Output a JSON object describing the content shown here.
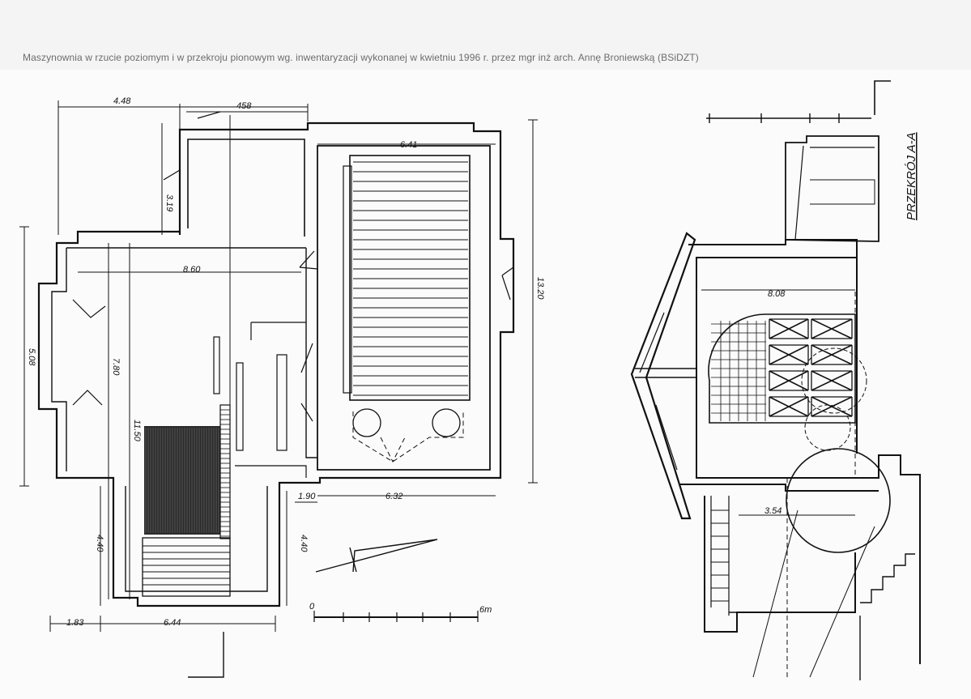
{
  "caption": "Maszynownia w rzucie poziomym i w przekroju pionowym wg. inwentaryzacji wykonanej w kwietniu 1996 r. przez mgr inż arch. Annę Broniewską (BSiDZT)",
  "plan": {
    "dimensions": {
      "top_left": "4.48",
      "top_right": "458",
      "hall_width": "6.41",
      "short_wall": "3.19",
      "inner_width": "8.60",
      "right_height": "13.20",
      "left_outer": "5.08",
      "mid_height": "7.80",
      "inner_height": "11.50",
      "lower_left": "4.40",
      "lower_mid": "4.40",
      "bottom_left": "1.83",
      "bottom_mid": "6.44",
      "door_gap": "1.90",
      "hall_bottom": "6.32"
    },
    "scale": {
      "start": "0",
      "end": "6m"
    }
  },
  "section": {
    "title": "PRZEKRÓJ A-A",
    "dimensions": {
      "roof_width": "8.08",
      "lower_width": "3.54"
    }
  }
}
